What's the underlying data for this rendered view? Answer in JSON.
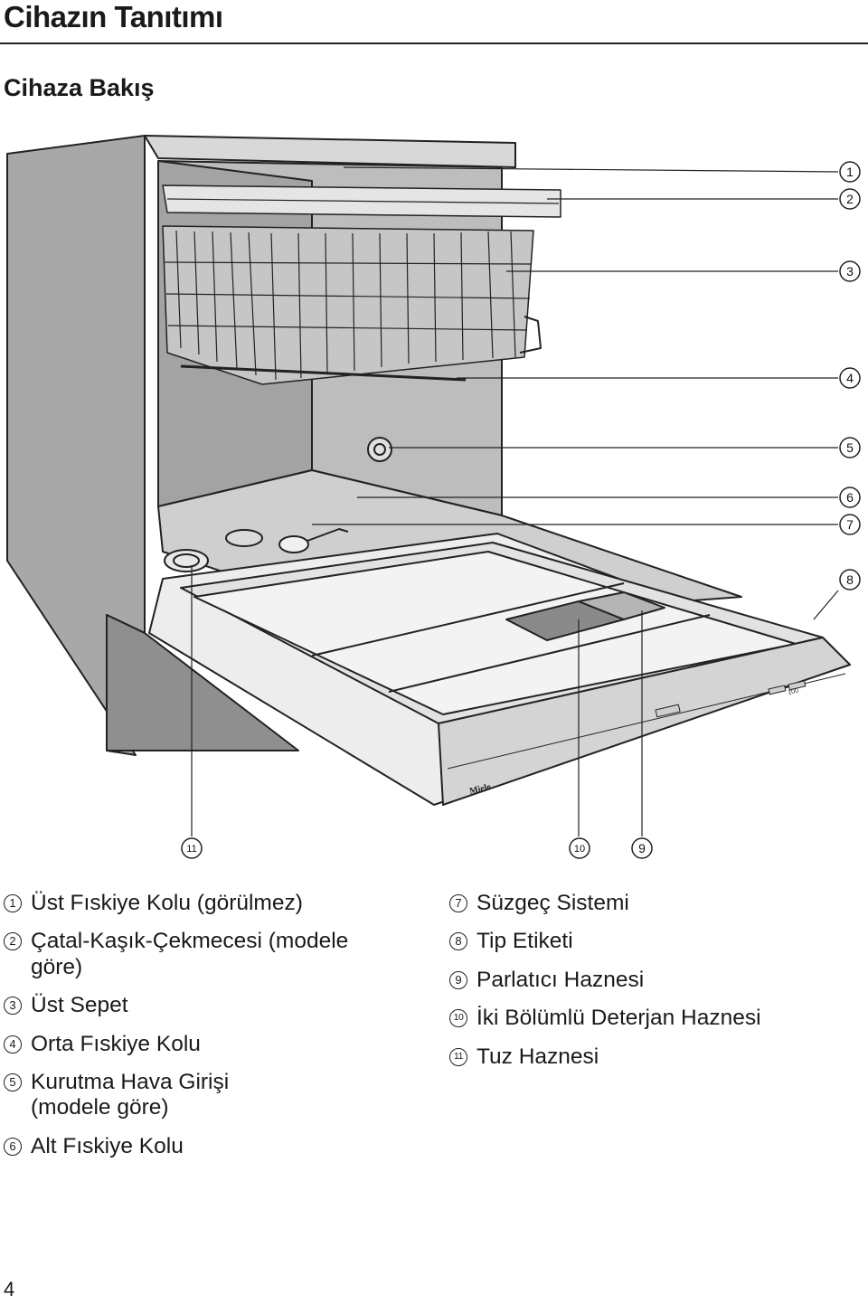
{
  "page": {
    "title": "Cihazın Tanıtımı",
    "subtitle": "Cihaza Bakış",
    "page_number": "4"
  },
  "diagram": {
    "callouts": [
      "1",
      "2",
      "3",
      "4",
      "5",
      "6",
      "7",
      "8",
      "9",
      "10",
      "11"
    ],
    "brand_mark": "Miele",
    "panel_text": "100"
  },
  "legend": {
    "left": [
      {
        "num": "1",
        "text": "Üst Fıskiye Kolu (görülmez)"
      },
      {
        "num": "2",
        "text": "Çatal-Kaşık-Çekmecesi (modele göre)"
      },
      {
        "num": "3",
        "text": "Üst Sepet"
      },
      {
        "num": "4",
        "text": "Orta Fıskiye Kolu"
      },
      {
        "num": "5",
        "text": "Kurutma Hava Girişi (modele göre)"
      },
      {
        "num": "6",
        "text": "Alt Fıskiye Kolu"
      }
    ],
    "right": [
      {
        "num": "7",
        "text": "Süzgeç Sistemi"
      },
      {
        "num": "8",
        "text": "Tip Etiketi"
      },
      {
        "num": "9",
        "text": "Parlatıcı Haznesi"
      },
      {
        "num": "10",
        "text": "İki Bölümlü Deterjan Haznesi"
      },
      {
        "num": "11",
        "text": "Tuz Haznesi"
      }
    ]
  }
}
